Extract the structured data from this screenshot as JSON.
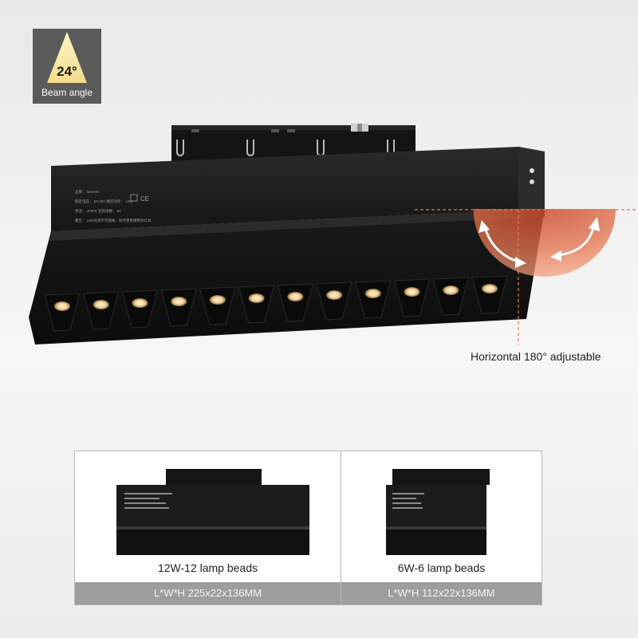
{
  "beam_badge": {
    "angle": "24°",
    "label": "Beam angle"
  },
  "product_label_lines": [
    "品牌：  lumeetc",
    "额定电压：  DC48V   额定功率：  12W",
    "色温：  4000K     显色指数：  90",
    "警告：  LED光源不可替换，损坏需更换整体灯具"
  ],
  "adjustment": {
    "label": "Horizontal 180° adjustable"
  },
  "variants": [
    {
      "name": "12W-12 lamp beads",
      "dims": "L*W*H 225x22x136MM",
      "beads": 12
    },
    {
      "name": "6W-6 lamp beads",
      "dims": "L*W*H 112x22x136MM",
      "beads": 6
    }
  ],
  "colors": {
    "badge_bg": "#5b5b5b",
    "lamp_body": "#1d1d1d",
    "led_glow": "#f3d39a",
    "arc_accent": "#e0714c",
    "dims_bar": "#9d9d9d"
  }
}
